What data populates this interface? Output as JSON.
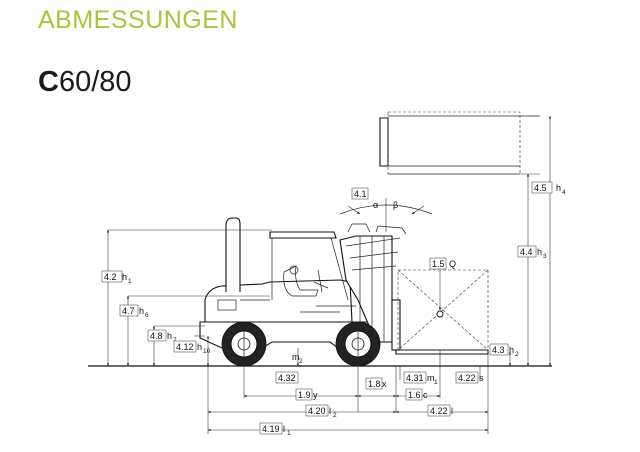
{
  "header": {
    "title": "ABMESSUNGEN"
  },
  "model": {
    "prefix": "C",
    "rest": "60/80"
  },
  "dims": {
    "h4": {
      "value": "4.5",
      "sym": "h",
      "sub": "4"
    },
    "h3": {
      "value": "4.4",
      "sym": "h",
      "sub": "3"
    },
    "h1": {
      "value": "4.2",
      "sym": "h",
      "sub": "1"
    },
    "h6": {
      "value": "4.7",
      "sym": "h",
      "sub": "6"
    },
    "h7": {
      "value": "4.8",
      "sym": "h",
      "sub": "7"
    },
    "h10": {
      "value": "4.12",
      "sym": "h",
      "sub": "10"
    },
    "h2": {
      "value": "4.3",
      "sym": "h",
      "sub": "2"
    },
    "tilt": {
      "value": "4.1",
      "alpha": "α",
      "beta": "β"
    },
    "load": {
      "value": "1.5",
      "sym": "Q"
    },
    "m2": {
      "value": "4.32",
      "sym": "m",
      "sub": "2"
    },
    "m1": {
      "value": "4.31",
      "sym": "m",
      "sub": "1"
    },
    "s": {
      "value": "4.22",
      "sym": "s"
    },
    "y": {
      "value": "1.9",
      "sym": "y"
    },
    "x": {
      "value": "1.8",
      "sym": "x"
    },
    "c": {
      "value": "1.6",
      "sym": "c"
    },
    "l2": {
      "value": "4.20",
      "sym": "l",
      "sub": "2"
    },
    "l": {
      "value": "4.22",
      "sym": "l"
    },
    "l1": {
      "value": "4.19",
      "sym": "l",
      "sub": "1"
    }
  }
}
